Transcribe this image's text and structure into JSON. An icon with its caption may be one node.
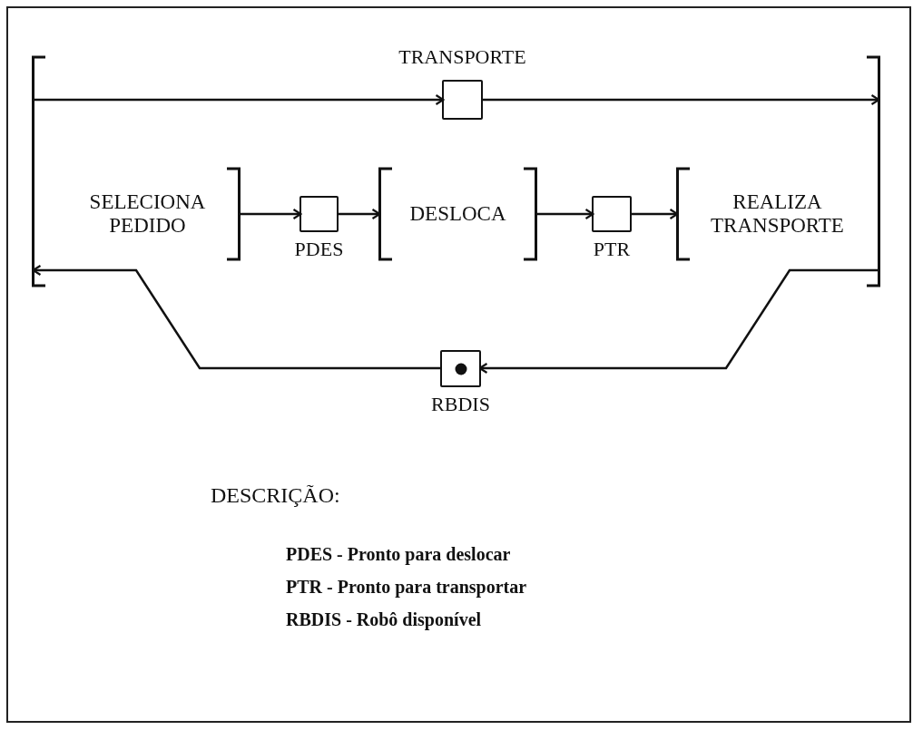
{
  "diagram": {
    "nodes": [
      {
        "text": [],
        "shape": "bracket"
      },
      {
        "text": [],
        "shape": "box",
        "beside": [
          "TRANSPORTE"
        ],
        "in": 0
      },
      {
        "text": [
          "SELECIONA PEDIDO"
        ],
        "in": 0
      },
      {
        "text": [],
        "shape": "box",
        "beside": [
          "PDES"
        ],
        "in": 0
      },
      {
        "text": [
          "DESLOCA"
        ],
        "in": 0
      },
      {
        "text": [],
        "shape": "box",
        "beside": [
          "PTR"
        ],
        "in": 0
      },
      {
        "text": [
          "REALIZA TRANSPORTE"
        ],
        "in": 0
      },
      {
        "text": [],
        "shape": "box",
        "beside": [
          "RBDIS"
        ]
      }
    ],
    "edges": [
      {
        "from": 0,
        "to": 1,
        "arrow": "to"
      },
      {
        "from": 1,
        "to": 0,
        "arrow": "to"
      },
      {
        "from": 2,
        "to": 3,
        "arrow": "to"
      },
      {
        "from": 3,
        "to": 4,
        "arrow": "to"
      },
      {
        "from": 4,
        "to": 5,
        "arrow": "to"
      },
      {
        "from": 5,
        "to": 6,
        "arrow": "to"
      },
      {
        "from": 0,
        "to": 7,
        "arrow": "to"
      },
      {
        "from": 7,
        "to": 0,
        "arrow": "to"
      }
    ],
    "labels": [
      "DESCRIÇÃO:",
      "PDES - Pronto para deslocar",
      "PTR - Pronto para transportar",
      "RBDIS - Robô disponível"
    ]
  }
}
